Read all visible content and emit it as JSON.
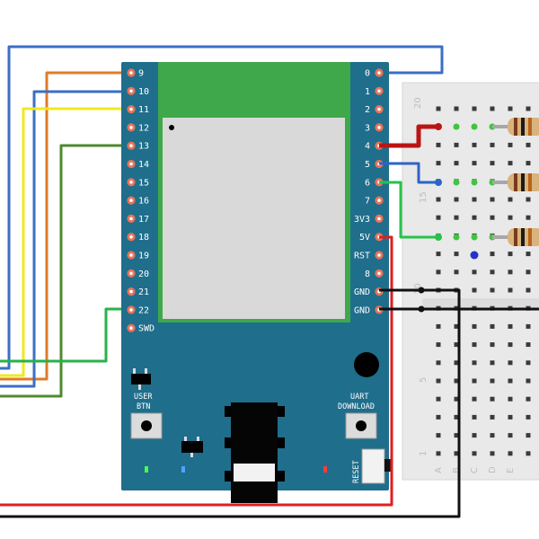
{
  "board": {
    "left_pins": [
      "9",
      "10",
      "11",
      "12",
      "13",
      "14",
      "15",
      "16",
      "17",
      "18",
      "19",
      "20",
      "21",
      "22",
      "SWD"
    ],
    "right_pins": [
      "0",
      "1",
      "2",
      "3",
      "4",
      "5",
      "6",
      "7",
      "3V3",
      "5V",
      "RST",
      "8",
      "GND",
      "GND"
    ],
    "user_button_label": [
      "USER",
      "BTN"
    ],
    "uart_button_label": [
      "UART",
      "DOWNLOAD"
    ],
    "reset_label": "RESET"
  },
  "breadboard": {
    "row_numbers": [
      "20",
      "15",
      "10",
      "5",
      "1"
    ],
    "column_letters": [
      "A",
      "B",
      "C",
      "D",
      "E"
    ]
  },
  "colors": {
    "board": "#1f6e8c",
    "module": "#3fa84a",
    "wire_blue": "#3b6fc4",
    "wire_orange": "#e07b28",
    "wire_yellow": "#f2e81e",
    "wire_green_dark": "#4f8a2e",
    "wire_green": "#27b24a",
    "wire_red": "#e01e1e",
    "wire_black": "#111111"
  }
}
